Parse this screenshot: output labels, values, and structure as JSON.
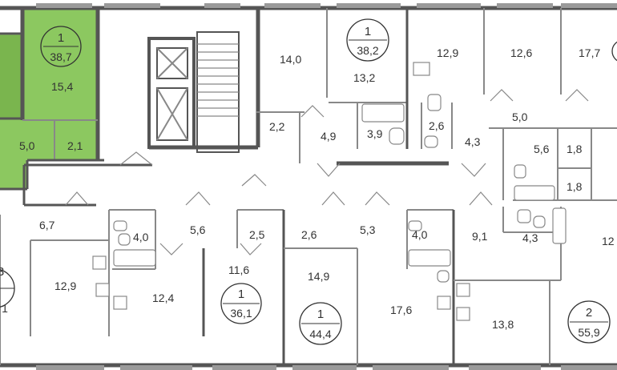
{
  "colors": {
    "wall": "#555555",
    "thin_wall": "#888888",
    "highlight": "#8cc860",
    "highlight_dark": "#7ab54e",
    "window": "#9a9a9a",
    "background": "#ffffff"
  },
  "apartments": [
    {
      "id": "apt-left-upper",
      "rooms": "1",
      "total_area": "38,7",
      "highlighted": true
    },
    {
      "id": "apt-top-mid",
      "rooms": "1",
      "total_area": "38,2",
      "highlighted": false
    },
    {
      "id": "apt-bottom-a",
      "rooms": "1",
      "total_area": "36,1",
      "highlighted": false
    },
    {
      "id": "apt-bottom-b",
      "rooms": "1",
      "total_area": "44,4",
      "highlighted": false
    },
    {
      "id": "apt-bottom-c",
      "rooms": "2",
      "total_area": "55,9",
      "highlighted": false
    }
  ],
  "partial_badge_texts": [
    "3",
    "1"
  ],
  "rooms": [
    "15,4",
    "5,0",
    "2,1",
    "14,0",
    "13,2",
    "12,9",
    "12,6",
    "17,7",
    "2,2",
    "4,9",
    "3,9",
    "2,6",
    "4,3",
    "5,0",
    "5,6",
    "1,8",
    "1,8",
    "6,7",
    "4,0",
    "5,6",
    "2,5",
    "2,6",
    "5,3",
    "4,0",
    "9,1",
    "4,3",
    "12",
    "12,9",
    "12,4",
    "11,6",
    "14,9",
    "17,6",
    "13,8"
  ]
}
